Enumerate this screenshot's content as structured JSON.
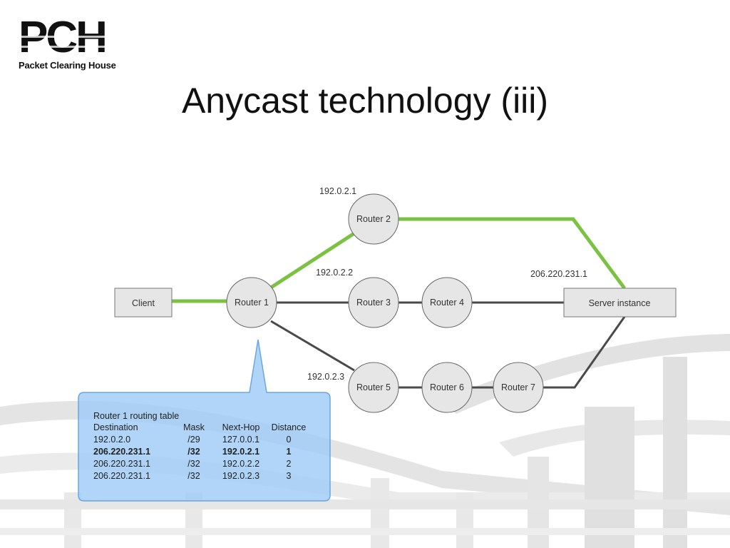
{
  "logo": {
    "letters": "PCH",
    "name": "Packet Clearing House"
  },
  "slide": {
    "title": "Anycast technology (iii)"
  },
  "diagram": {
    "nodes": {
      "client": "Client",
      "router1": "Router 1",
      "router2": "Router 2",
      "router3": "Router 3",
      "router4": "Router 4",
      "router5": "Router 5",
      "router6": "Router 6",
      "router7": "Router 7",
      "server": "Server instance"
    },
    "ip_labels": {
      "router2": "192.0.2.1",
      "router3": "192.0.2.2",
      "router5": "192.0.2.3",
      "server": "206.220.231.1"
    },
    "colors": {
      "active_path": "#7cc242",
      "link": "#4a4a4a",
      "router_fill": "#e6e6e6",
      "callout": "#9fccf7"
    }
  },
  "routing_table": {
    "title": "Router 1 routing table",
    "headers": [
      "Destination",
      "Mask",
      "Next-Hop",
      "Distance"
    ],
    "rows": [
      {
        "destination": "192.0.2.0",
        "mask": "/29",
        "next_hop": "127.0.0.1",
        "distance": "0",
        "highlight": false
      },
      {
        "destination": "206.220.231.1",
        "mask": "/32",
        "next_hop": "192.0.2.1",
        "distance": "1",
        "highlight": true
      },
      {
        "destination": "206.220.231.1",
        "mask": "/32",
        "next_hop": "192.0.2.2",
        "distance": "2",
        "highlight": false
      },
      {
        "destination": "206.220.231.1",
        "mask": "/32",
        "next_hop": "192.0.2.3",
        "distance": "3",
        "highlight": false
      }
    ]
  }
}
